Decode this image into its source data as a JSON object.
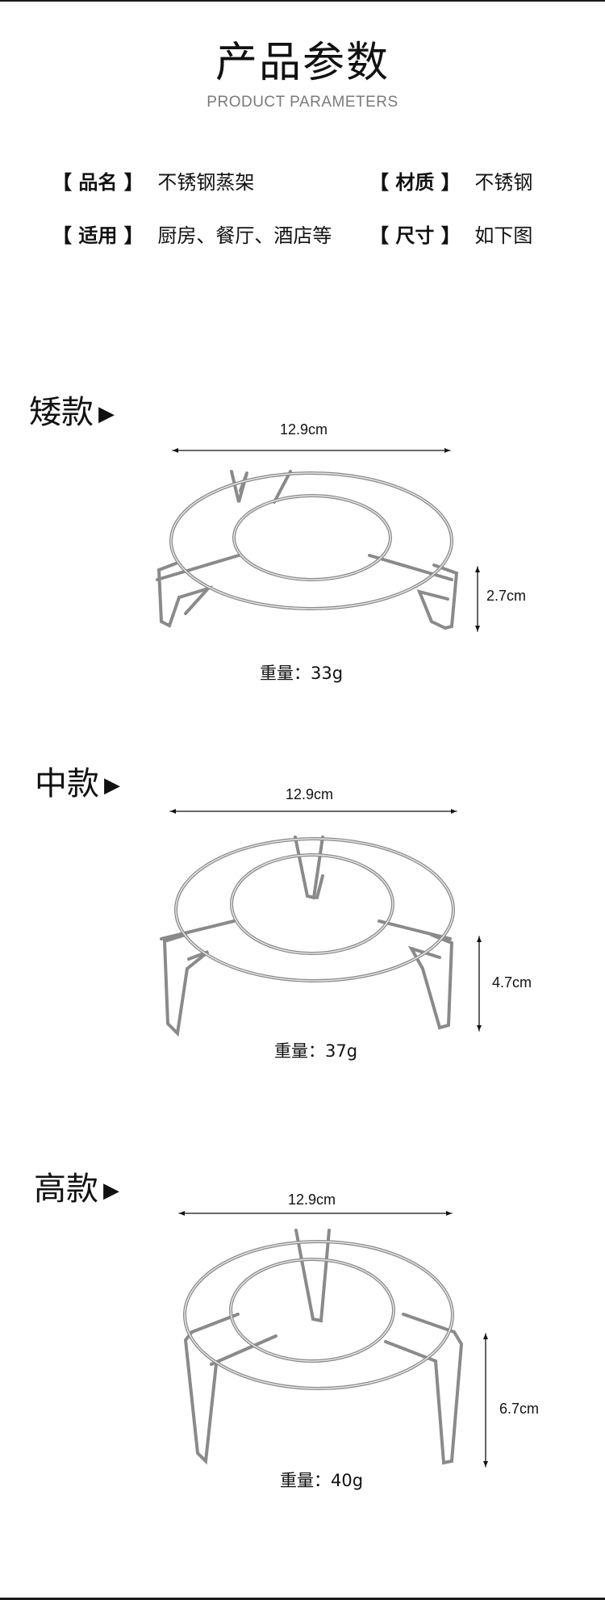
{
  "header": {
    "title_part1": "产品",
    "title_part2": "参数",
    "subtitle": "PRODUCT PARAMETERS",
    "accent_color": "#f5b631"
  },
  "params": [
    {
      "label": "【 品名 】",
      "value": "不锈钢蒸架"
    },
    {
      "label": "【 材质 】",
      "value": "不锈钢"
    },
    {
      "label": "【 适用 】",
      "value": "厨房、餐厅、酒店等"
    },
    {
      "label": "【 尺寸 】",
      "value": "如下图"
    }
  ],
  "models": [
    {
      "name": "矮款",
      "arrow": "▶",
      "diameter": "12.9cm",
      "height": "2.7cm",
      "weight": "重量：33g"
    },
    {
      "name": "中款",
      "arrow": "▶",
      "diameter": "12.9cm",
      "height": "4.7cm",
      "weight": "重量：37g"
    },
    {
      "name": "高款",
      "arrow": "▶",
      "diameter": "12.9cm",
      "height": "6.7cm",
      "weight": "重量：40g"
    }
  ]
}
